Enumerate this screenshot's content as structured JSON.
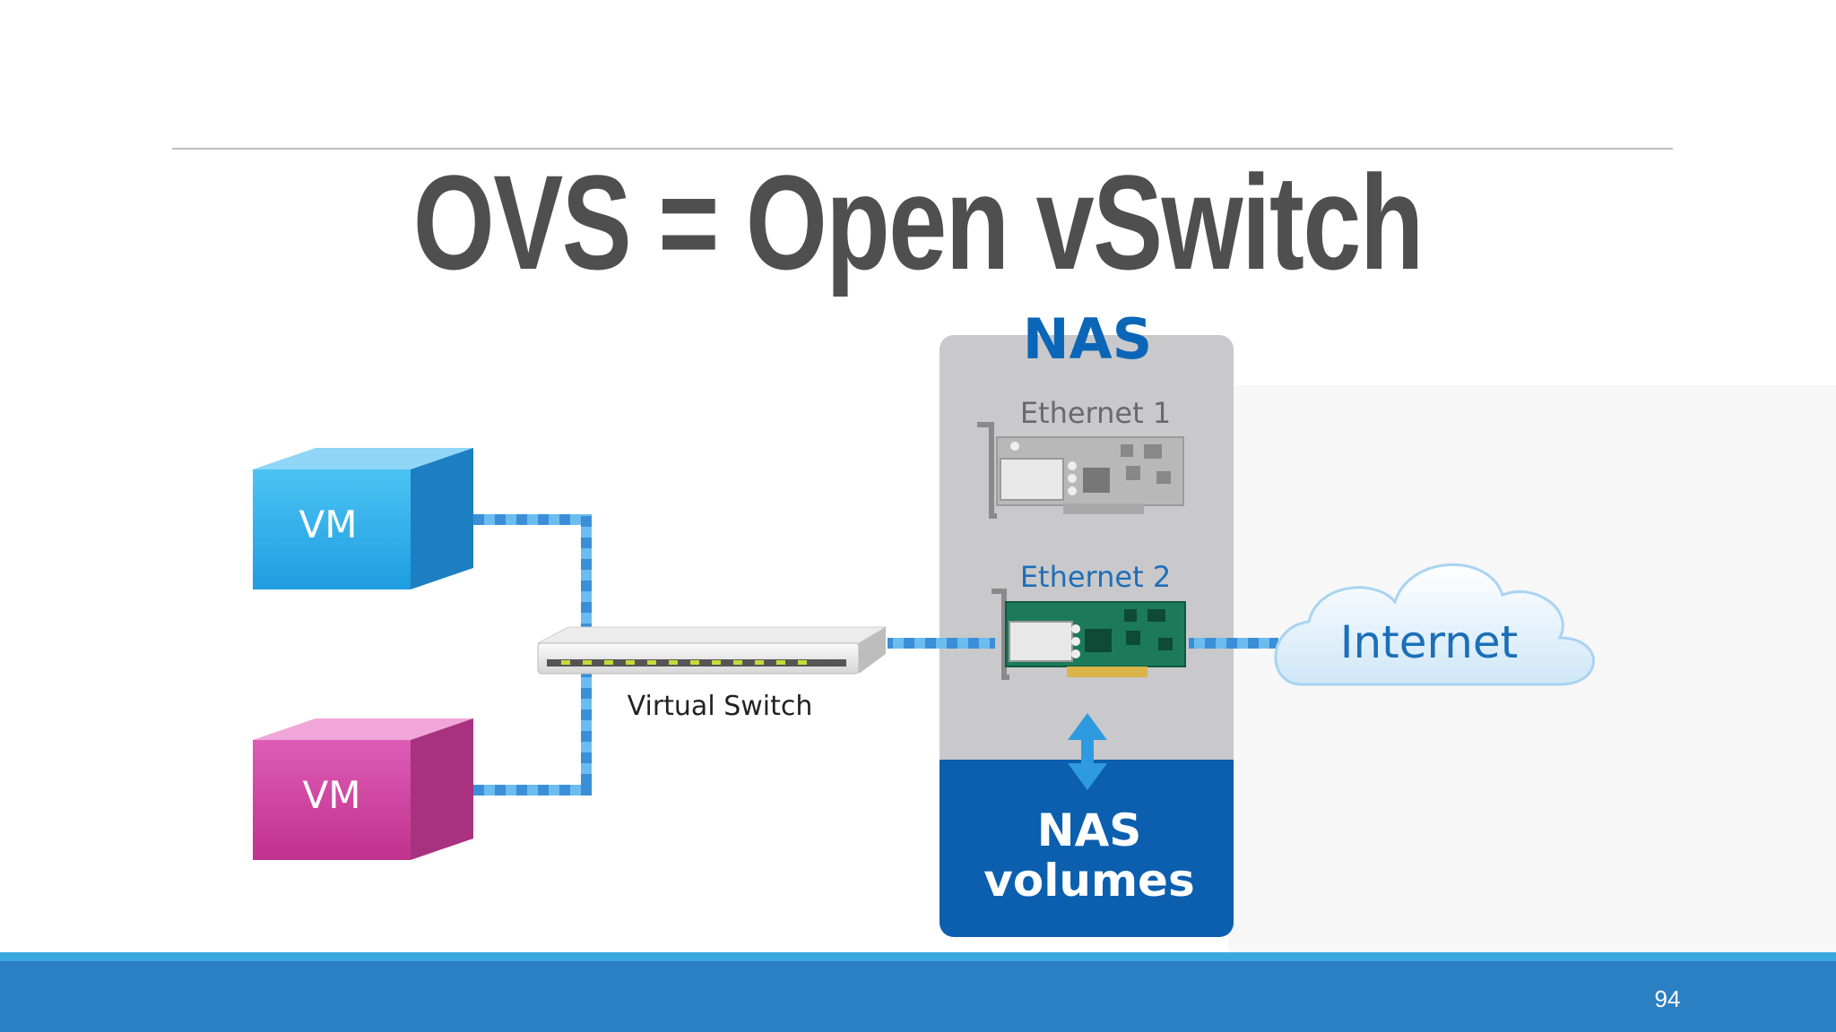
{
  "slide": {
    "title": "OVS = Open vSwitch",
    "page_number": "94"
  },
  "diagram": {
    "vm_top_label": "VM",
    "vm_bottom_label": "VM",
    "switch_label": "Virtual Switch",
    "nas_title": "NAS",
    "ethernet1_label": "Ethernet 1",
    "ethernet2_label": "Ethernet 2",
    "nas_volumes_line1": "NAS",
    "nas_volumes_line2": "volumes",
    "internet_label": "Internet"
  },
  "colors": {
    "title_gray": "#4f4f4f",
    "vm_top_blue": "#3fb0ea",
    "vm_bottom_pink": "#d94fae",
    "nas_panel_gray": "#c9c9cb",
    "nas_blue": "#0b5fae",
    "link_blue": "#3a8fd6",
    "footer_blue": "#2b7fc3"
  }
}
